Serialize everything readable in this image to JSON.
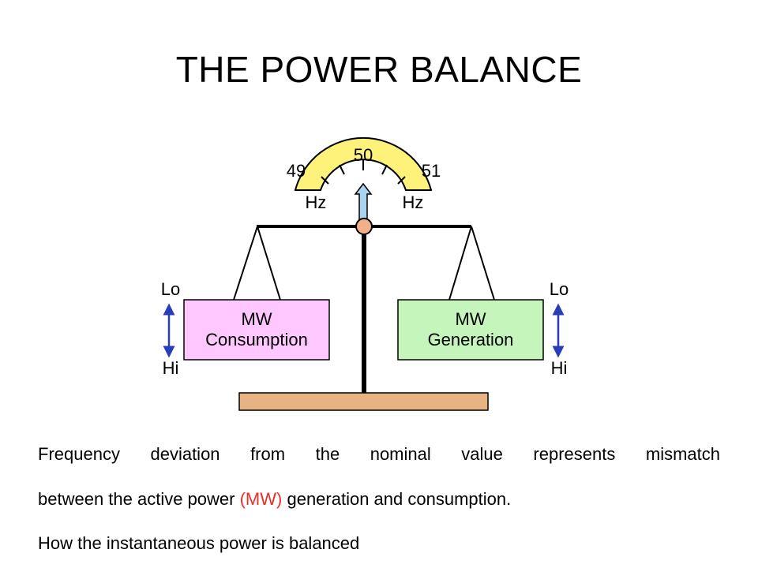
{
  "title": "THE POWER BALANCE",
  "colors": {
    "dial_fill": "#fff27a",
    "pointer_fill": "#a9d3ee",
    "pivot_fill": "#f2b08a",
    "consumption_fill": "#ffc7ff",
    "generation_fill": "#c6f5bb",
    "base_fill": "#e8b383",
    "arrow_color": "#2a3db8",
    "accent": "#e8302a"
  },
  "dial": {
    "left_value": "49",
    "center_value": "50",
    "right_value": "51",
    "left_unit": "Hz",
    "right_unit": "Hz"
  },
  "left_pan": {
    "line1": "MW",
    "line2": "Consumption",
    "top_label": "Lo",
    "bottom_label": "Hi"
  },
  "right_pan": {
    "line1": "MW",
    "line2": "Generation",
    "top_label": "Lo",
    "bottom_label": "Hi"
  },
  "text": {
    "line1": "Frequency deviation from the nominal value represents mismatch",
    "line2_start": "between the active power ",
    "line2_accent": "(MW)",
    "line2_end": " generation and consumption.",
    "line3": "How the instantaneous power is balanced"
  }
}
